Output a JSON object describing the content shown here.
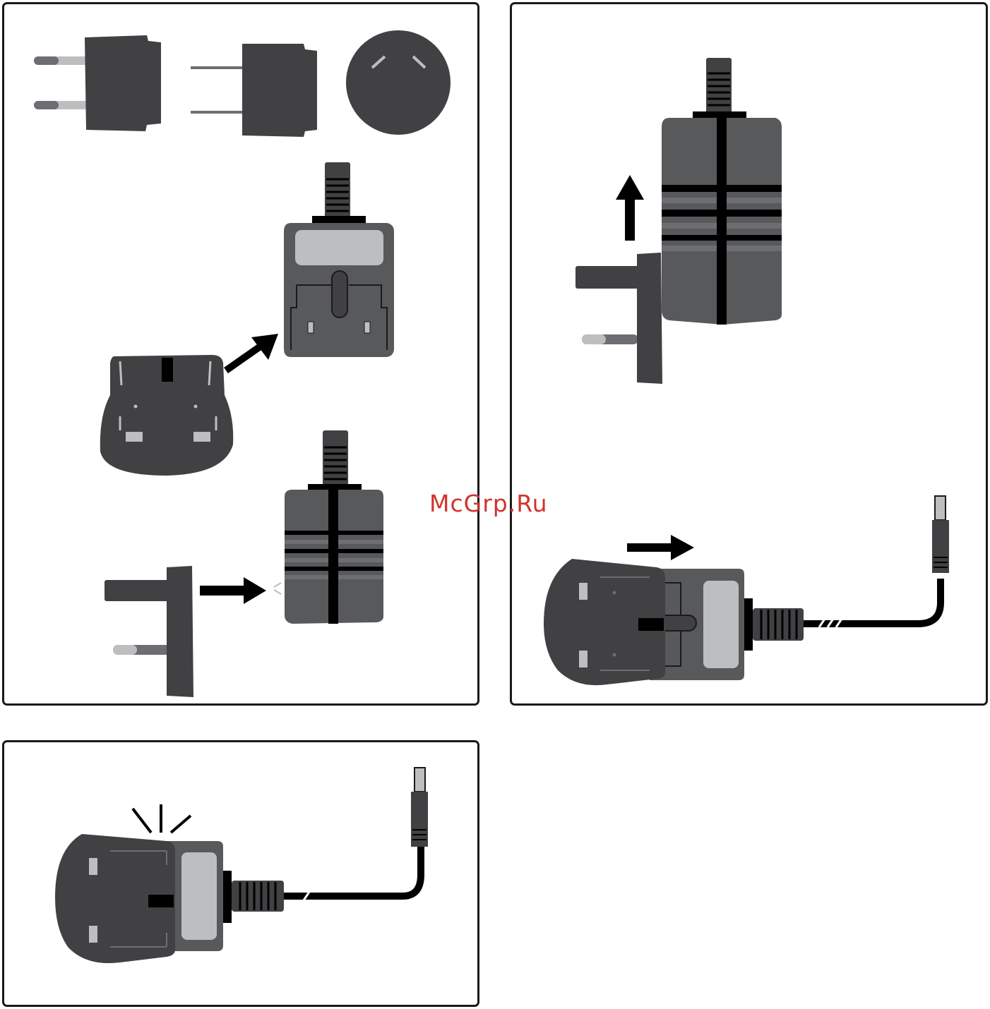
{
  "watermark": {
    "text": "McGrp.Ru"
  },
  "colors": {
    "body_dark": "#414042",
    "body_mid": "#58595b",
    "body_light": "#6d6e71",
    "label_grey": "#bcbec0",
    "accent_black": "#000000",
    "watermark_red": "#d0342c"
  },
  "panels": [
    {
      "id": 1,
      "step": "choose-and-attach-plug-adapter",
      "plugs": [
        "eu-plug-icon",
        "us-plug-icon",
        "au-plug-icon",
        "uk-plug-icon"
      ]
    },
    {
      "id": 2,
      "step": "remove-and-insert-plug-adapter"
    },
    {
      "id": 3,
      "step": "adapter-connected-indicator"
    }
  ]
}
